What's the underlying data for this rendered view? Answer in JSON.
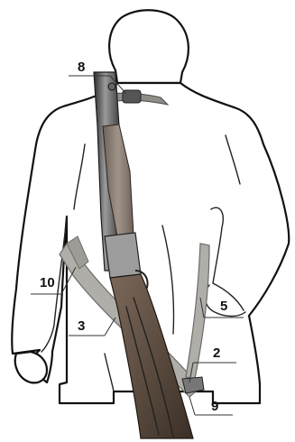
{
  "figure": {
    "callouts": [
      {
        "id": "8",
        "label": "8"
      },
      {
        "id": "10",
        "label": "10"
      },
      {
        "id": "5",
        "label": "5"
      },
      {
        "id": "3",
        "label": "3"
      },
      {
        "id": "2",
        "label": "2"
      },
      {
        "id": "9",
        "label": "9"
      }
    ]
  },
  "colors": {
    "outline": "#111111",
    "sling": "#b0aea8",
    "sling_edge": "#6e6c68",
    "barrel": "#8a8a8a",
    "barrel_dark": "#3a3a3a",
    "stock_wood": "#6b5a4c",
    "stock_dark": "#3e322a",
    "forend_wood": "#8b7f76"
  }
}
